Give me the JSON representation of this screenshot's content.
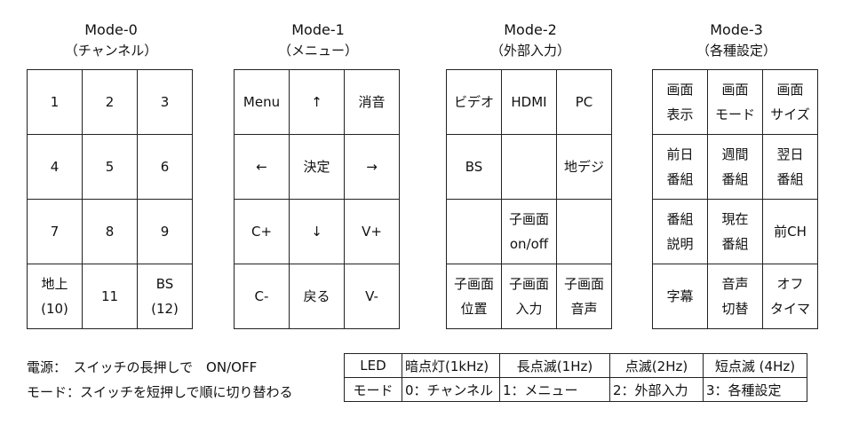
{
  "modes": [
    {
      "title": "Mode-0",
      "subtitle": "（チャンネル）",
      "cells": [
        "1",
        "2",
        "3",
        "4",
        "5",
        "6",
        "7",
        "8",
        "9",
        "地上\n(10)",
        "11",
        "BS\n(12)"
      ]
    },
    {
      "title": "Mode-1",
      "subtitle": "（メニュー）",
      "cells": [
        "Menu",
        "↑",
        "消音",
        "←",
        "決定",
        "→",
        "C+",
        "↓",
        "V+",
        "C-",
        "戻る",
        "V-"
      ]
    },
    {
      "title": "Mode-2",
      "subtitle": "（外部入力）",
      "cells": [
        "ビデオ",
        "HDMI",
        "PC",
        "BS",
        "",
        "地デジ",
        "",
        "子画面\non/off",
        "",
        "子画面\n位置",
        "子画面\n入力",
        "子画面\n音声"
      ]
    },
    {
      "title": "Mode-3",
      "subtitle": "（各種設定）",
      "cells": [
        "画面\n表示",
        "画面\nモード",
        "画面\nサイズ",
        "前日\n番組",
        "週間\n番組",
        "翌日\n番組",
        "番組\n説明",
        "現在\n番組",
        "前CH",
        "字幕",
        "音声\n切替",
        "オフ\nタイマ"
      ]
    }
  ],
  "notes": {
    "power": "電源：　スイッチの長押しで　ON/OFF",
    "mode": "モード：スイッチを短押しで順に切り替わる"
  },
  "led_table": {
    "header": [
      "LED",
      "暗点灯(1kHz)",
      "長点滅(1Hz)",
      "点滅(2Hz)",
      "短点滅 (4Hz)"
    ],
    "row": [
      "モード",
      "0：チャンネル",
      "1：メニュー",
      "2：外部入力",
      "3：各種設定"
    ]
  }
}
